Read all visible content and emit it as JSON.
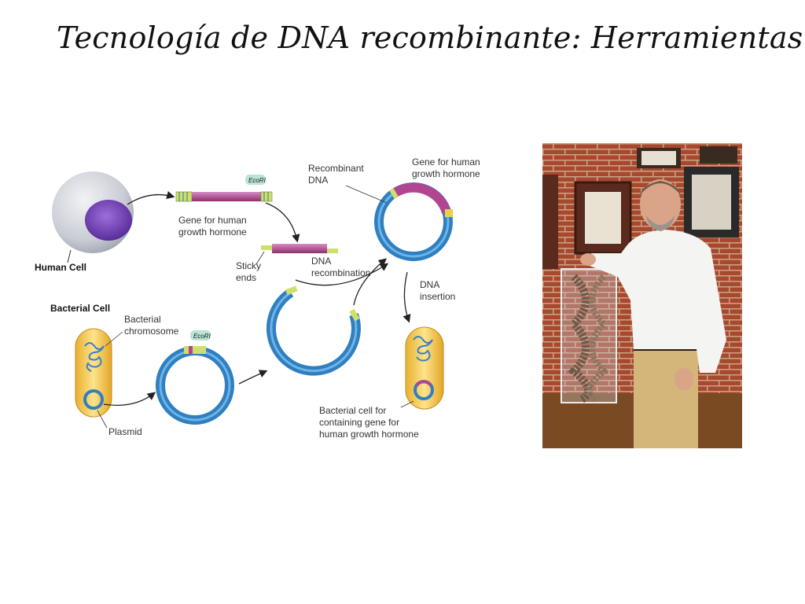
{
  "slide": {
    "title": "Tecnología de DNA recombinante: Herramientas"
  },
  "diagram": {
    "human_cell": "Human Cell",
    "gene_label_1": "Gene for human",
    "gene_label_2": "growth hormone",
    "ecori_1": "EcoRI",
    "ecori_2": "EcoRI",
    "sticky_1": "Sticky",
    "sticky_2": "ends",
    "dna_recomb_1": "DNA",
    "dna_recomb_2": "recombination",
    "recombinant_1": "Recombinant",
    "recombinant_2": "DNA",
    "gene_top_1": "Gene for human",
    "gene_top_2": "growth hormone",
    "insertion_1": "DNA",
    "insertion_2": "insertion",
    "bacterial_cell": "Bacterial Cell",
    "chromosome_1": "Bacterial",
    "chromosome_2": "chromosome",
    "plasmid": "Plasmid",
    "result_1": "Bacterial cell for",
    "result_2": "containing gene for",
    "result_3": "human growth hormone"
  },
  "colors": {
    "plasmid_blue": "#2f7fc1",
    "gene_magenta": "#b2458f",
    "cell_yellow": "#f2c44a",
    "nucleus_purple": "#6b3fb0"
  }
}
